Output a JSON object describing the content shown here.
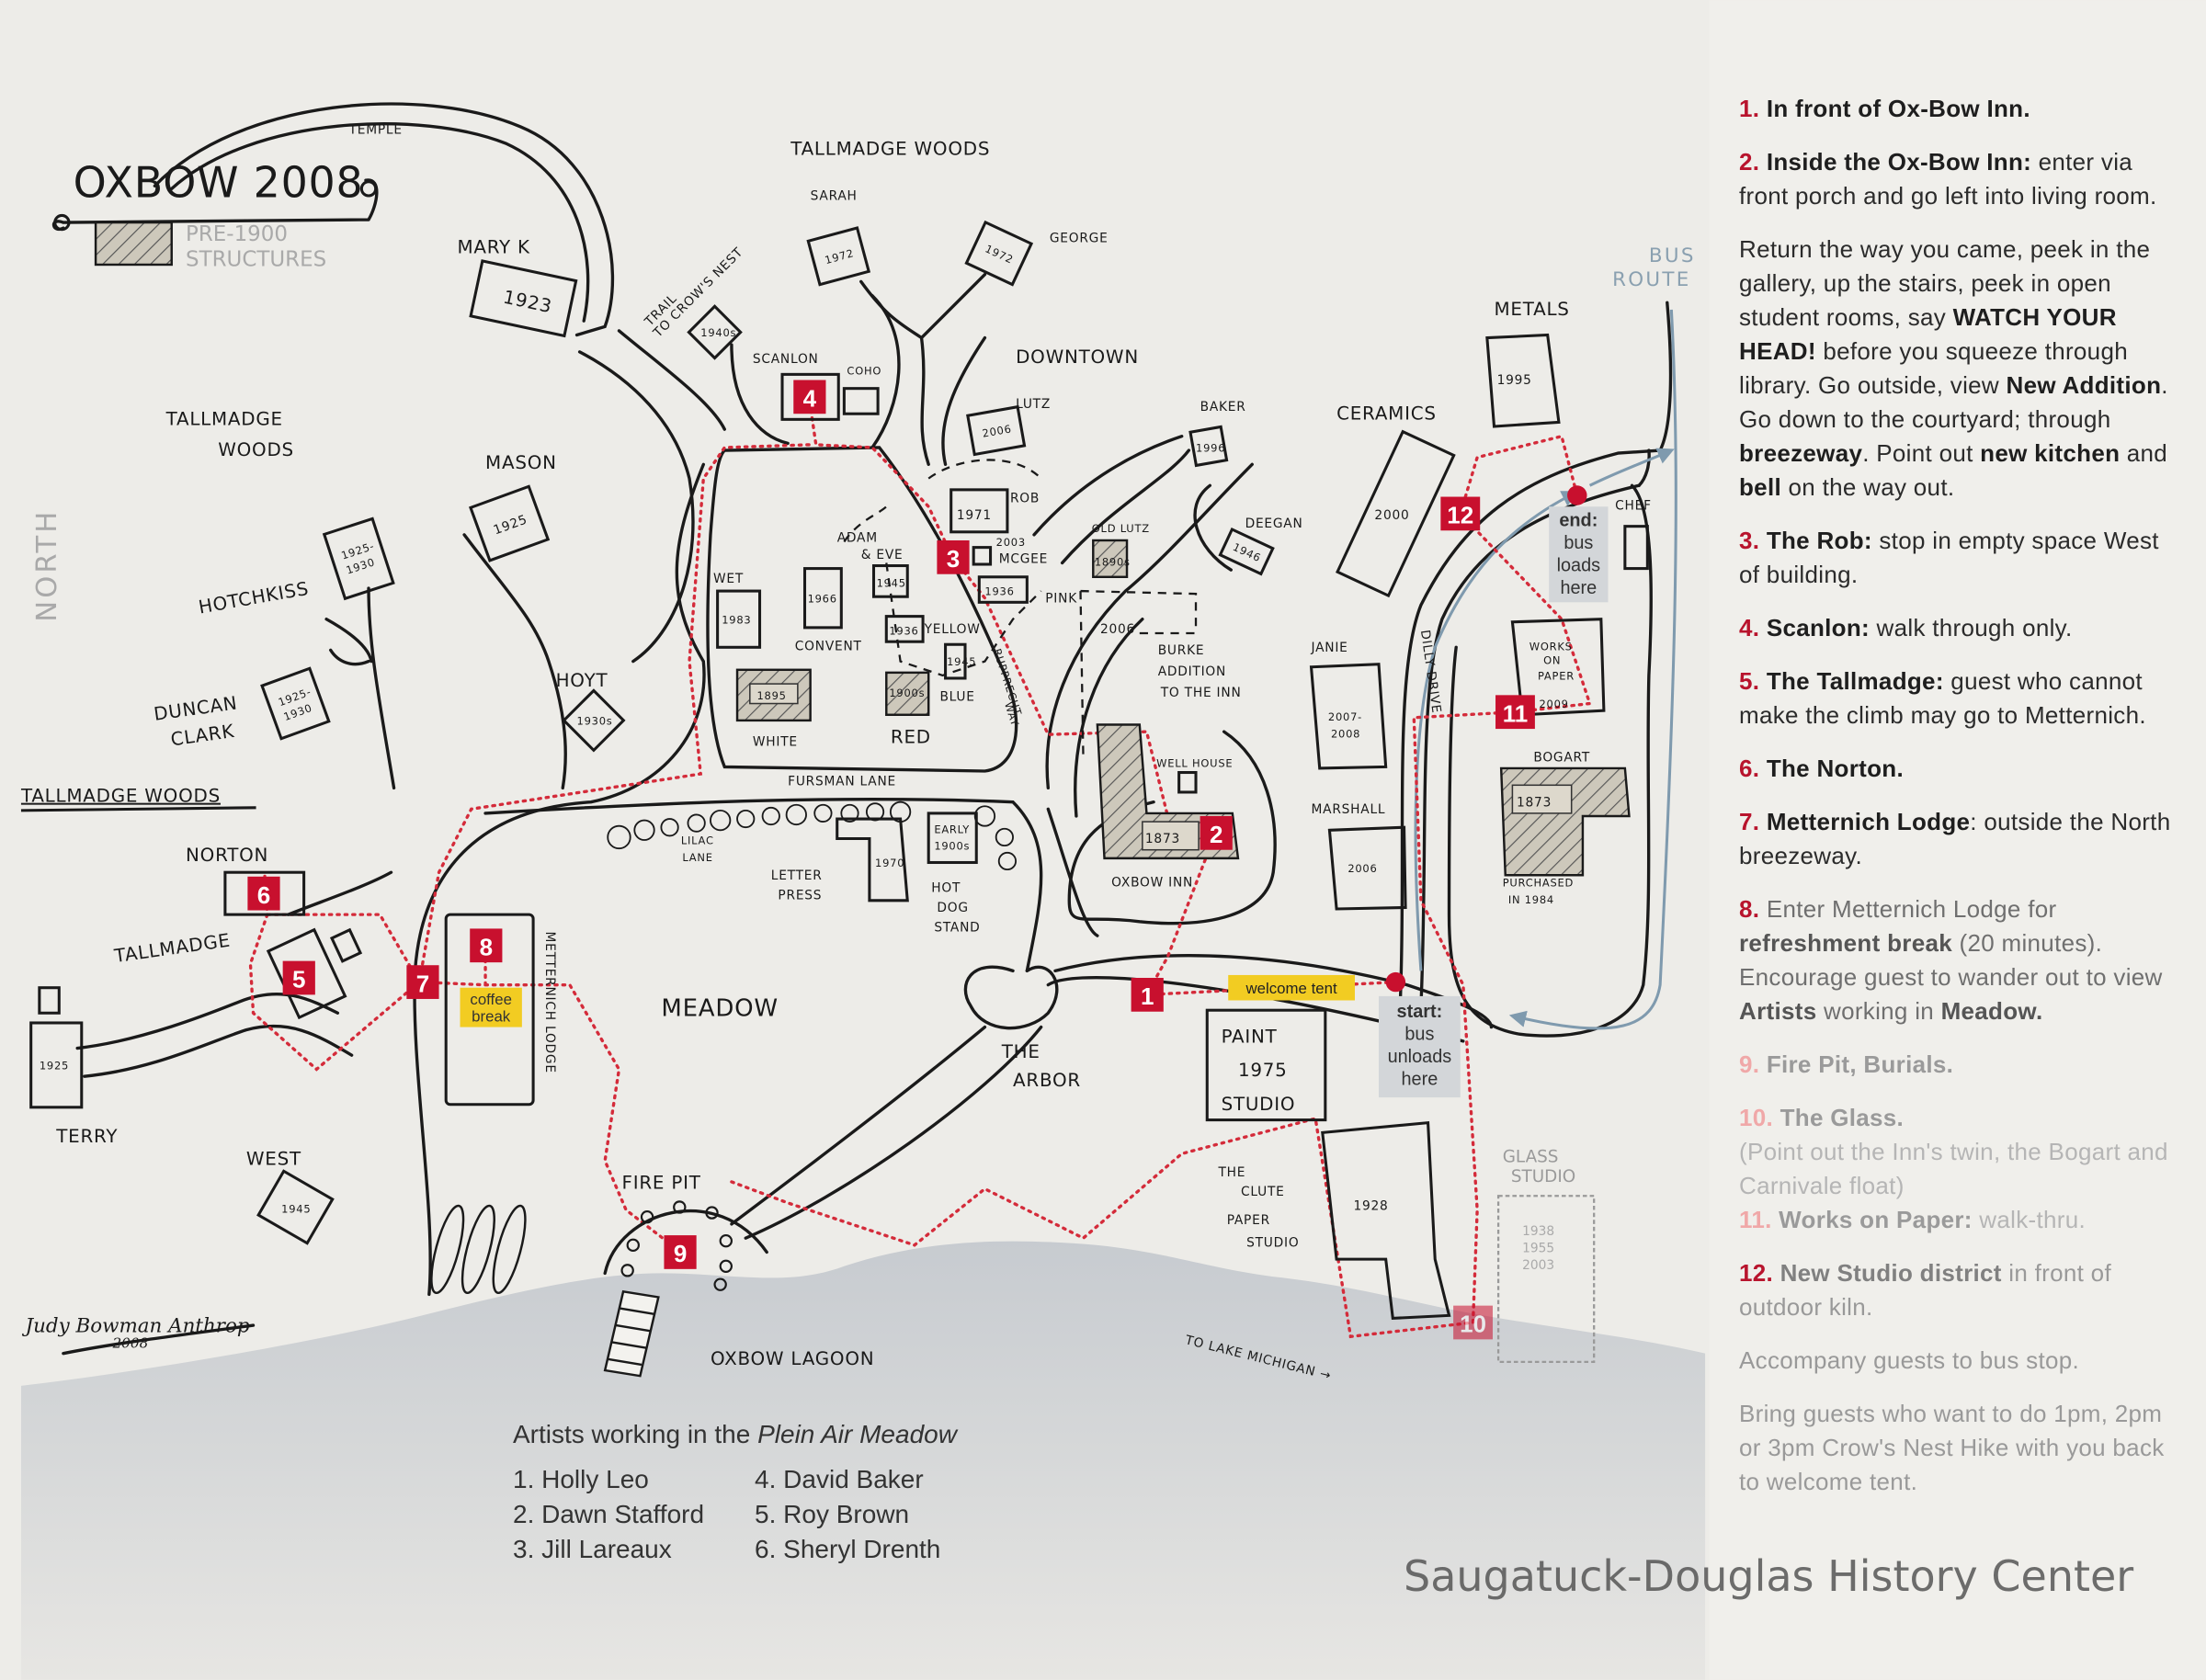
{
  "labels": {
    "title": "OXBOW 2008",
    "legend_1": "PRE-1900",
    "legend_2": "STRUCTURES",
    "north": "NORTH",
    "temple": "TEMPLE",
    "mary_k": "MARY K",
    "trail_1": "TRAIL",
    "trail_2": "TO CROW'S NEST",
    "tallmadge_woods_1": "TALLMADGE",
    "tallmadge_woods_2": "WOODS",
    "tallmadge_woods_top": "TALLMADGE WOODS",
    "tallmadge_woods_left": "TALLMADGE WOODS",
    "sarah": "SARAH",
    "george": "GEORGE",
    "downtown": "DOWNTOWN",
    "lutz": "LUTZ",
    "scanlon": "SCANLON",
    "coho": "COHO",
    "mason": "MASON",
    "hotchkiss": "HOTCHKISS",
    "duncan_1": "DUNCAN",
    "duncan_2": "CLARK",
    "hoyt": "HOYT",
    "baker": "BAKER",
    "ceramics": "CERAMICS",
    "metals": "METALS",
    "bus_1": "BUS",
    "bus_2": "ROUTE",
    "rob": "ROB",
    "adam_1": "ADAM",
    "adam_2": "& EVE",
    "mcgee": "MCGEE",
    "mcgee_year": "2003",
    "old_lutz": "OLD LUTZ",
    "pink": "PINK",
    "deegan": "DEEGAN",
    "wet": "WET",
    "convent": "CONVENT",
    "yellow": "YELLOW",
    "blue": "BLUE",
    "white": "WHITE",
    "red": "RED",
    "rupprecht_1": "RUPPRECHT",
    "rupprecht_2": "WAY",
    "burke_1": "BURKE",
    "burke_2": "ADDITION",
    "burke_3": "TO THE INN",
    "burke_year": "2006",
    "well_house": "WELL HOUSE",
    "oxbow_inn": "OXBOW INN",
    "fursman": "FURSMAN LANE",
    "lilac_1": "LILAC",
    "lilac_2": "LANE",
    "letter_1": "LETTER",
    "letter_2": "PRESS",
    "early_1": "EARLY",
    "early_2": "1900s",
    "hotdog_1": "HOT",
    "hotdog_2": "DOG",
    "hotdog_3": "STAND",
    "arbor_1": "THE",
    "arbor_2": "ARBOR",
    "janie": "JANIE",
    "marshall": "MARSHALL",
    "dilly": "DILLY DRIVE",
    "chef": "CHEF",
    "works_1": "WORKS",
    "works_2": "ON",
    "works_3": "PAPER",
    "bogart": "BOGART",
    "purchased_1": "PURCHASED",
    "purchased_2": "IN 1984",
    "norton": "NORTON",
    "tallmadge": "TALLMADGE",
    "metternich": "METTERNICH LODGE",
    "meadow": "MEADOW",
    "terry": "TERRY",
    "west": "WEST",
    "fire_pit": "FIRE PIT",
    "paint_1": "PAINT",
    "paint_2": "1975",
    "paint_3": "STUDIO",
    "clute_1": "THE",
    "clute_2": "CLUTE",
    "clute_3": "PAPER",
    "clute_4": "STUDIO",
    "glass_1": "GLASS",
    "glass_2": "STUDIO",
    "glass_years": [
      "1938",
      "1955",
      "2003"
    ],
    "lagoon": "OXBOW LAGOON",
    "lake": "TO LAKE MICHIGAN →",
    "signature_1": "Judy Bowman Anthrop",
    "signature_2": "2008"
  },
  "years": {
    "mary_k": "1923",
    "crows_nest": "1940s",
    "sarah": "1972",
    "george": "1972",
    "lutz": "2006",
    "mason": "1925",
    "hotchkiss_1": "1925-",
    "hotchkiss_2": "1930",
    "duncan_1": "1925-",
    "duncan_2": "1930",
    "hoyt": "1930s",
    "baker": "1996",
    "ceramics": "2000",
    "metals": "1995",
    "rob": "1971",
    "old_lutz": "1890s",
    "mcgee": "1936",
    "deegan": "1946",
    "wet": "1983",
    "convent": "1966",
    "adam": "1945",
    "yellow": "1936",
    "blue": "1945",
    "white": "1895",
    "red": "1900s",
    "inn": "1873",
    "letterpress": "1970",
    "janie_1": "2007-",
    "janie_2": "2008",
    "marshall": "2006",
    "works": "2009",
    "bogart": "1873",
    "terry": "1925",
    "west": "1945",
    "clute": "1928"
  },
  "markers": {
    "welcome": "welcome tent",
    "coffee_1": "coffee",
    "coffee_2": "break",
    "start": [
      "start:",
      "bus",
      "unloads",
      "here"
    ],
    "end": [
      "end:",
      "bus",
      "loads",
      "here"
    ],
    "colors": {
      "stop": "#c8102e",
      "highlight": "#f2cc22",
      "bus_route": "#7f9aae",
      "route": "#d42b3a"
    }
  },
  "stops": [
    "1",
    "2",
    "3",
    "4",
    "5",
    "6",
    "7",
    "8",
    "9",
    "10",
    "11",
    "12"
  ],
  "instructions": [
    {
      "cls": "",
      "parts": [
        {
          "n": "1. "
        },
        {
          "b": "In front of Ox-Bow Inn."
        }
      ]
    },
    {
      "cls": "",
      "parts": [
        {
          "n": "2. "
        },
        {
          "b": "Inside the Ox-Bow Inn:"
        },
        {
          "t": " enter via front porch and go left into living room."
        }
      ]
    },
    {
      "cls": "",
      "parts": [
        {
          "t": "Return the way you came, peek in the gallery, up the stairs, peek in open student rooms, say "
        },
        {
          "b": "WATCH YOUR HEAD!"
        },
        {
          "t": " before you squeeze through library. Go outside, view "
        },
        {
          "b": "New Addition"
        },
        {
          "t": ". Go down to the courtyard; through "
        },
        {
          "b": "breezeway"
        },
        {
          "t": ". Point out "
        },
        {
          "b": "new kitchen"
        },
        {
          "t": " and "
        },
        {
          "b": "bell"
        },
        {
          "t": " on the way out."
        }
      ]
    },
    {
      "cls": "",
      "parts": [
        {
          "n": "3. "
        },
        {
          "b": "The Rob:"
        },
        {
          "t": " stop in empty space West of building."
        }
      ]
    },
    {
      "cls": "",
      "parts": [
        {
          "n": "4. "
        },
        {
          "b": "Scanlon:"
        },
        {
          "t": " walk through only."
        }
      ]
    },
    {
      "cls": "",
      "parts": [
        {
          "n": "5. "
        },
        {
          "b": "The Tallmadge:"
        },
        {
          "t": " guest who cannot make the climb may go to Metternich."
        }
      ]
    },
    {
      "cls": "",
      "parts": [
        {
          "n": "6. "
        },
        {
          "b": "The Norton."
        }
      ]
    },
    {
      "cls": "",
      "parts": [
        {
          "n": "7. "
        },
        {
          "b": "Metternich Lodge"
        },
        {
          "t": ": outside the North breezeway."
        }
      ]
    },
    {
      "cls": "fade1",
      "parts": [
        {
          "n": "8. "
        },
        {
          "t": "Enter Metternich Lodge for "
        },
        {
          "b": "refreshment break"
        },
        {
          "t": " (20 minutes). Encourage guest to wander out to view "
        },
        {
          "b": "Artists"
        },
        {
          "t": " working in "
        },
        {
          "b": "Meadow."
        }
      ]
    },
    {
      "cls": "fade2",
      "parts": [
        {
          "n": "9. "
        },
        {
          "b": "Fire Pit, Burials."
        }
      ]
    },
    {
      "cls": "fade2 tight-after",
      "parts": [
        {
          "n": "10. "
        },
        {
          "b": "The Glass."
        }
      ]
    },
    {
      "cls": "fade2 tight",
      "parts": [
        {
          "t": "(Point out the Inn's twin, the Bogart and Carnivale float)"
        }
      ]
    },
    {
      "cls": "fade2",
      "parts": [
        {
          "n": "11. "
        },
        {
          "b": "Works on Paper:"
        },
        {
          "t": " walk-thru."
        }
      ]
    },
    {
      "cls": "fade3",
      "parts": [
        {
          "n": "12. "
        },
        {
          "b": "New Studio district"
        },
        {
          "t": " in front of outdoor kiln."
        }
      ]
    },
    {
      "cls": "fade3",
      "parts": [
        {
          "t": "Accompany guests to bus stop."
        }
      ]
    },
    {
      "cls": "fade3",
      "parts": [
        {
          "t": "Bring guests who want to do 1pm, 2pm or 3pm Crow's Nest Hike with you back to welcome tent."
        }
      ]
    }
  ],
  "artists": {
    "head": "Artists working in the ",
    "head_em": "Plein Air Meadow",
    "col1": [
      "1. Holly Leo",
      "2. Dawn Stafford",
      "3. Jill Lareaux"
    ],
    "col2": [
      "4. David Baker",
      "5. Roy Brown",
      "6. Sheryl Drenth"
    ]
  },
  "watermark": "Saugatuck-Douglas History Center"
}
